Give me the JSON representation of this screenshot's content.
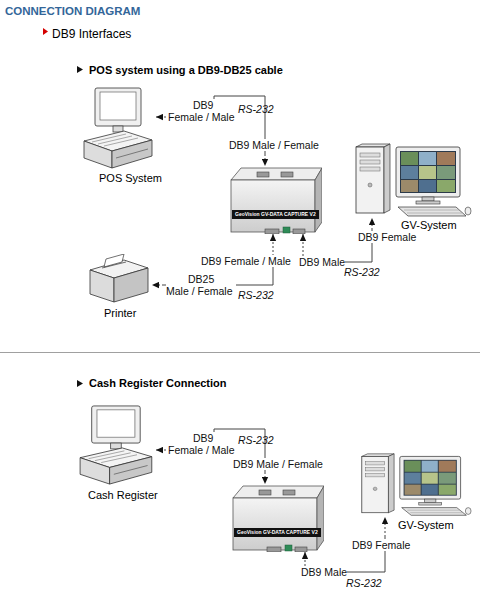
{
  "diagram": {
    "title": "CONNECTION DIAGRAM",
    "nodes": [
      {
        "text": [
          "POS System"
        ]
      },
      {
        "text": [
          "GeoVision GV-DATA CAPTURE V2"
        ]
      },
      {
        "text": [
          "GV-System"
        ]
      },
      {
        "text": [
          "Printer"
        ]
      },
      {
        "text": [
          "Cash Register"
        ]
      },
      {
        "text": [
          "GeoVision GV-DATA CAPTURE V2"
        ]
      },
      {
        "text": [
          "GV-System"
        ]
      }
    ],
    "edges": [
      {
        "from": 0,
        "to": 1,
        "arrow": "both",
        "label": "RS-232"
      },
      {
        "from": 1,
        "to": 2,
        "arrow": "both",
        "label": "RS-232"
      },
      {
        "from": 1,
        "to": 3,
        "arrow": "both",
        "label": "RS-232"
      },
      {
        "from": 4,
        "to": 5,
        "arrow": "both",
        "label": "RS-232"
      },
      {
        "from": 5,
        "to": 6,
        "arrow": "both",
        "label": "RS-232"
      }
    ],
    "labels": [
      "DB9 Interfaces",
      "POS system using a DB9-DB25 cable",
      "DB9 Female / Male",
      "DB9 Male / Female",
      "DB9 Female / Male",
      "DB25 Male / Female",
      "DB9 Male",
      "DB9 Female",
      "Cash Register Connection",
      "DB9 Female / Male",
      "DB9 Male / Female",
      "DB9 Female",
      "DB9 Male"
    ]
  }
}
